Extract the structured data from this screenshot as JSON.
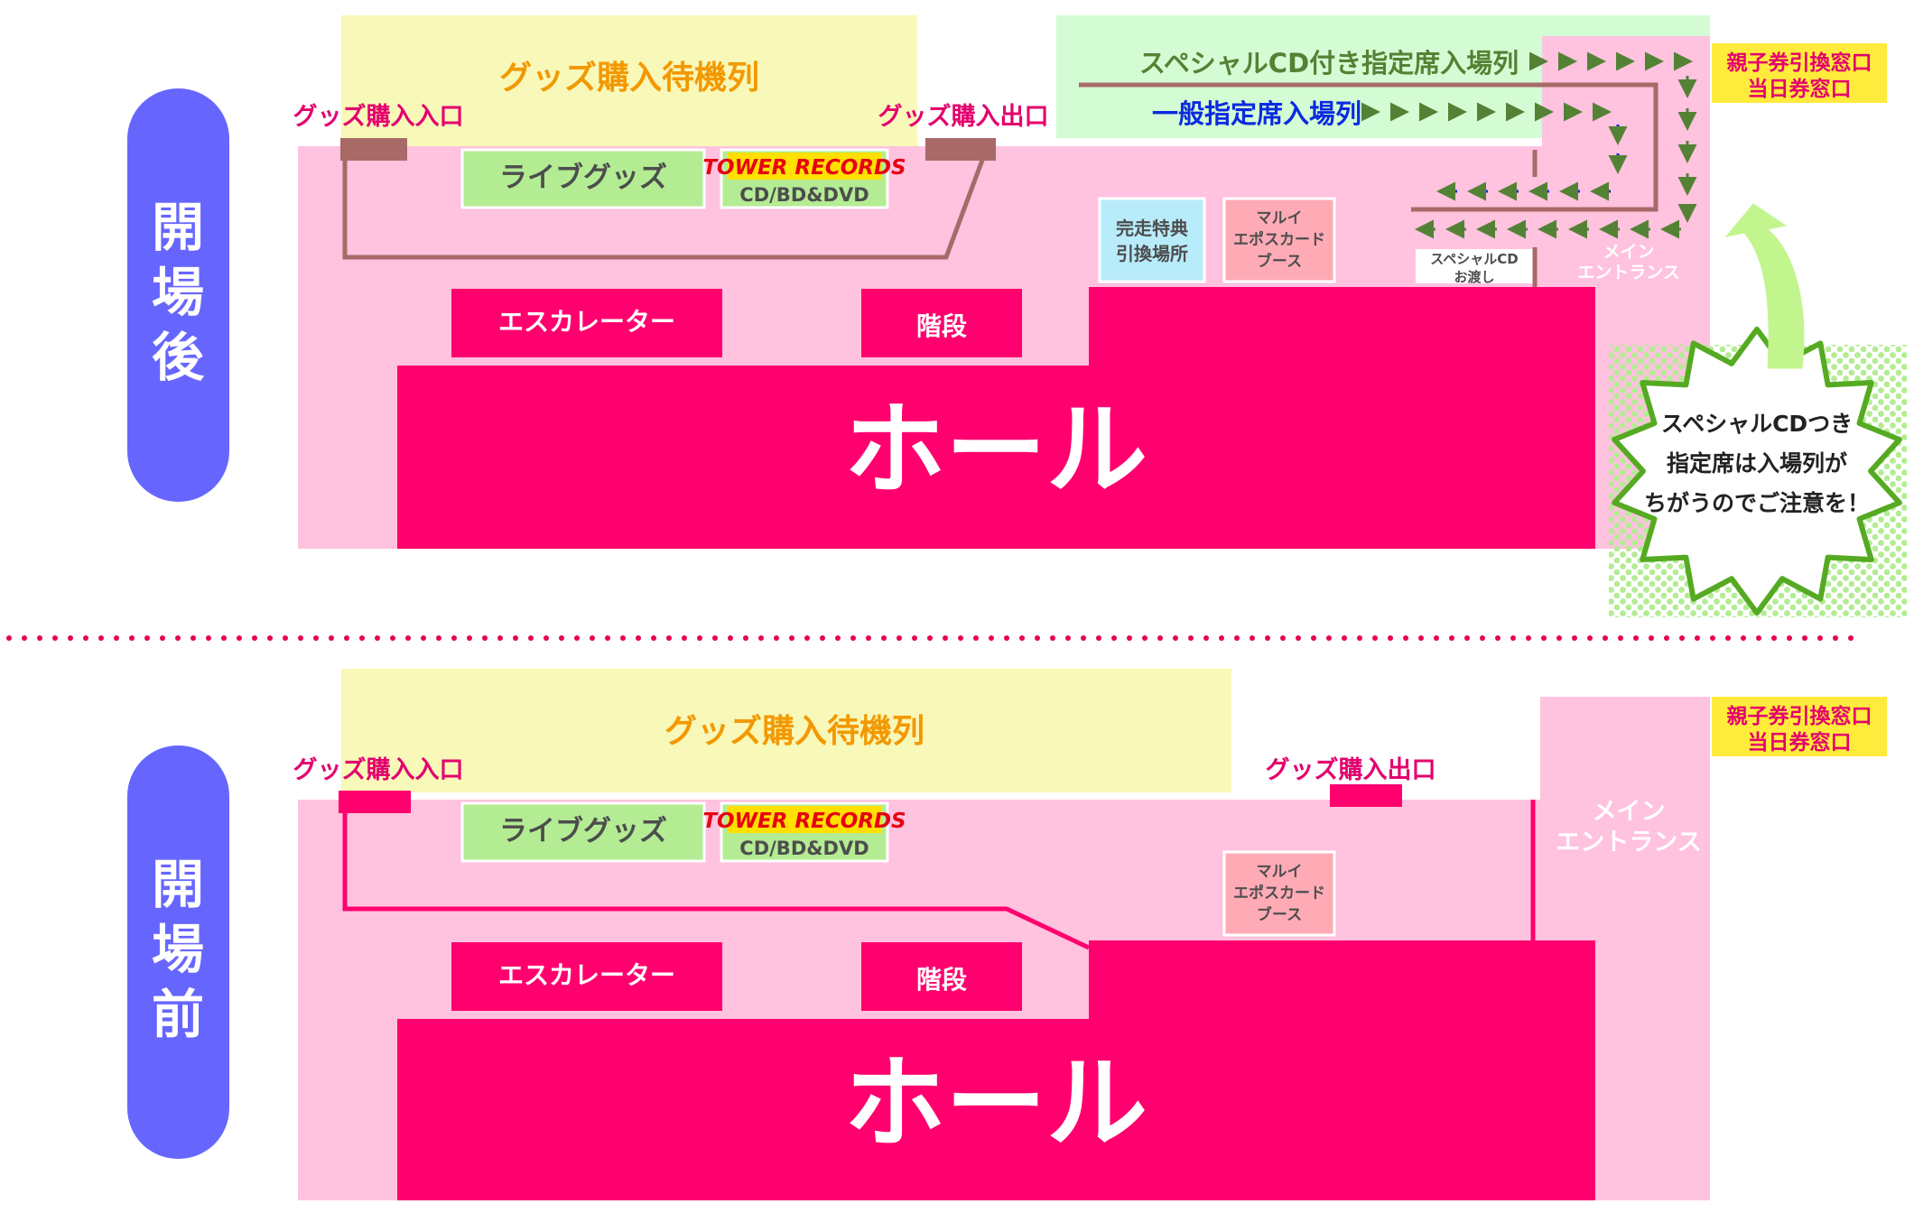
{
  "colors": {
    "venue_pink": "#FFC2DF",
    "hall_magenta": "#FF006E",
    "queue_yellow": "#F8F8B8",
    "queue_green": "#D4FCD4",
    "orange_text": "#F39800",
    "section_tag": "#6666FF",
    "goods_green": "#B4EC94",
    "ticket_yellow": "#FFEB3B",
    "special_line": "#548235",
    "general_line": "#0B2AE0",
    "route_brown": "#A86A67",
    "dots": "#E60050"
  },
  "after": {
    "section_label": "開場後",
    "goods_queue": "グッズ購入待機列",
    "goods_entrance": "グッズ購入入口",
    "goods_exit": "グッズ購入出口",
    "live_goods": "ライブグッズ",
    "tower_logo": "TOWER RECORDS",
    "tower_sub": "CD/BD&DVD",
    "special_queue_label": "スペシャルCD付き指定席入場列",
    "general_queue_label": "一般指定席入場列",
    "ticket_window": [
      "親子券引換窓口",
      "当日券窓口"
    ],
    "bonus_exchange": [
      "完走特典",
      "引換場所"
    ],
    "marui_booth": [
      "マルイ",
      "エポスカード",
      "ブース"
    ],
    "special_cd_handover": [
      "スペシャルCD",
      "お渡し"
    ],
    "main_entrance": [
      "メイン",
      "エントランス"
    ],
    "escalator": "エスカレーター",
    "stairs": "階段",
    "hall": "ホール",
    "notice": [
      "スペシャルCDつき",
      "指定席は入場列が",
      "ちがうのでご注意を！"
    ],
    "icons": [
      "arrow-right-icon",
      "arrow-left-icon",
      "arrow-down-icon",
      "curved-arrow-icon"
    ]
  },
  "before": {
    "section_label": "開場前",
    "goods_queue": "グッズ購入待機列",
    "goods_entrance": "グッズ購入入口",
    "goods_exit": "グッズ購入出口",
    "live_goods": "ライブグッズ",
    "tower_logo": "TOWER RECORDS",
    "tower_sub": "CD/BD&DVD",
    "ticket_window": [
      "親子券引換窓口",
      "当日券窓口"
    ],
    "marui_booth": [
      "マルイ",
      "エポスカード",
      "ブース"
    ],
    "main_entrance": [
      "メイン",
      "エントランス"
    ],
    "escalator": "エスカレーター",
    "stairs": "階段",
    "hall": "ホール"
  }
}
